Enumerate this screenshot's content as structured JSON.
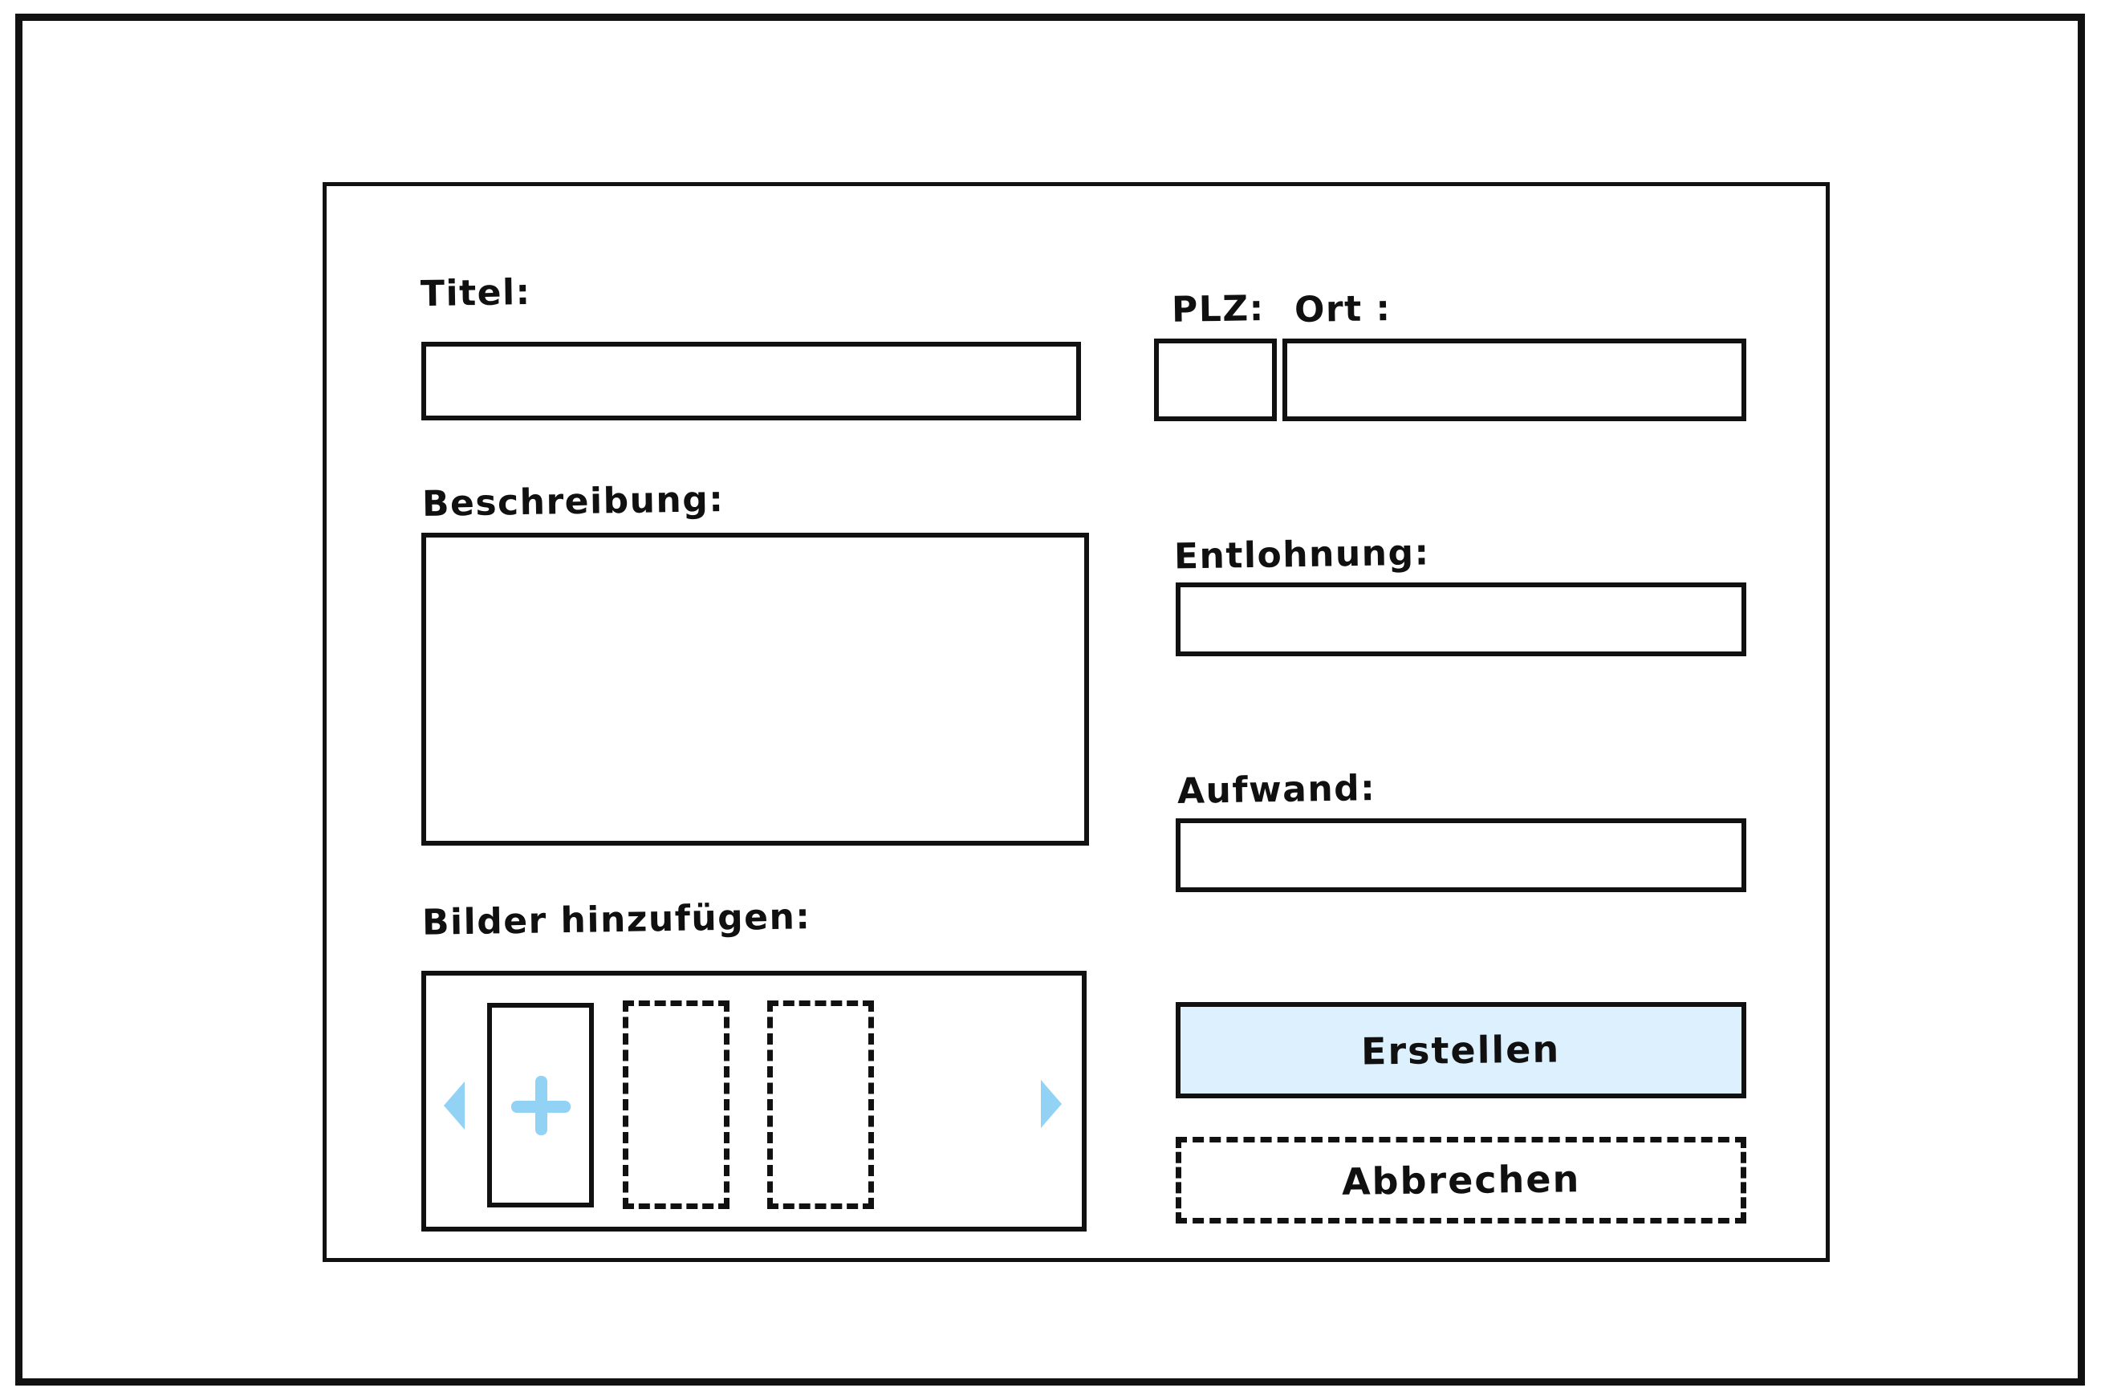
{
  "screen": {
    "kind": "wireframe-mockup",
    "background_color": "#ffffff",
    "frame_color": "#111111",
    "accent_blue": "#92d2f5",
    "primary_button_fill": "#ddf0fd"
  },
  "form": {
    "left_column": {
      "title_field": {
        "label": "Titel:",
        "value": "",
        "placeholder": ""
      },
      "description_field": {
        "label": "Beschreibung:",
        "value": "",
        "placeholder": ""
      },
      "images_field": {
        "label": "Bilder hinzufügen:",
        "add_icon": "plus-icon",
        "prev_icon": "chevron-left-icon",
        "next_icon": "chevron-right-icon",
        "slots": [
          {
            "type": "add",
            "state": "solid"
          },
          {
            "type": "placeholder",
            "state": "dashed"
          },
          {
            "type": "placeholder",
            "state": "dashed"
          }
        ]
      }
    },
    "right_column": {
      "postcode_field": {
        "label": "PLZ:",
        "value": "",
        "placeholder": ""
      },
      "city_field": {
        "label": "Ort :",
        "value": "",
        "placeholder": ""
      },
      "payment_field": {
        "label": "Entlohnung:",
        "value": "",
        "placeholder": ""
      },
      "effort_field": {
        "label": "Aufwand:",
        "value": "",
        "placeholder": ""
      },
      "submit_button": {
        "label": "Erstellen"
      },
      "cancel_button": {
        "label": "Abbrechen"
      }
    }
  }
}
